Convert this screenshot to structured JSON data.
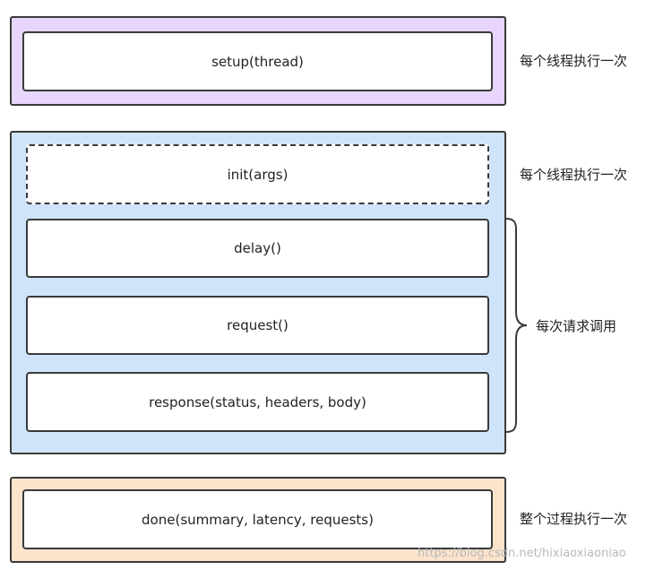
{
  "setup_group": {
    "fill": "#e8d5fb",
    "box_label": "setup(thread)",
    "note": "每个线程执行一次"
  },
  "request_group": {
    "fill": "#cfe4fb",
    "init_label": "init(args)",
    "init_note": "每个线程执行一次",
    "delay_label": "delay()",
    "request_label": "request()",
    "response_label": "response(status, headers, body)",
    "brace_note": "每次请求调用"
  },
  "done_group": {
    "fill": "#fbe3cc",
    "box_label": "done(summary, latency, requests)",
    "note": "整个过程执行一次"
  },
  "watermark": "https://blog.csdn.net/hixiaoxiaoniao"
}
